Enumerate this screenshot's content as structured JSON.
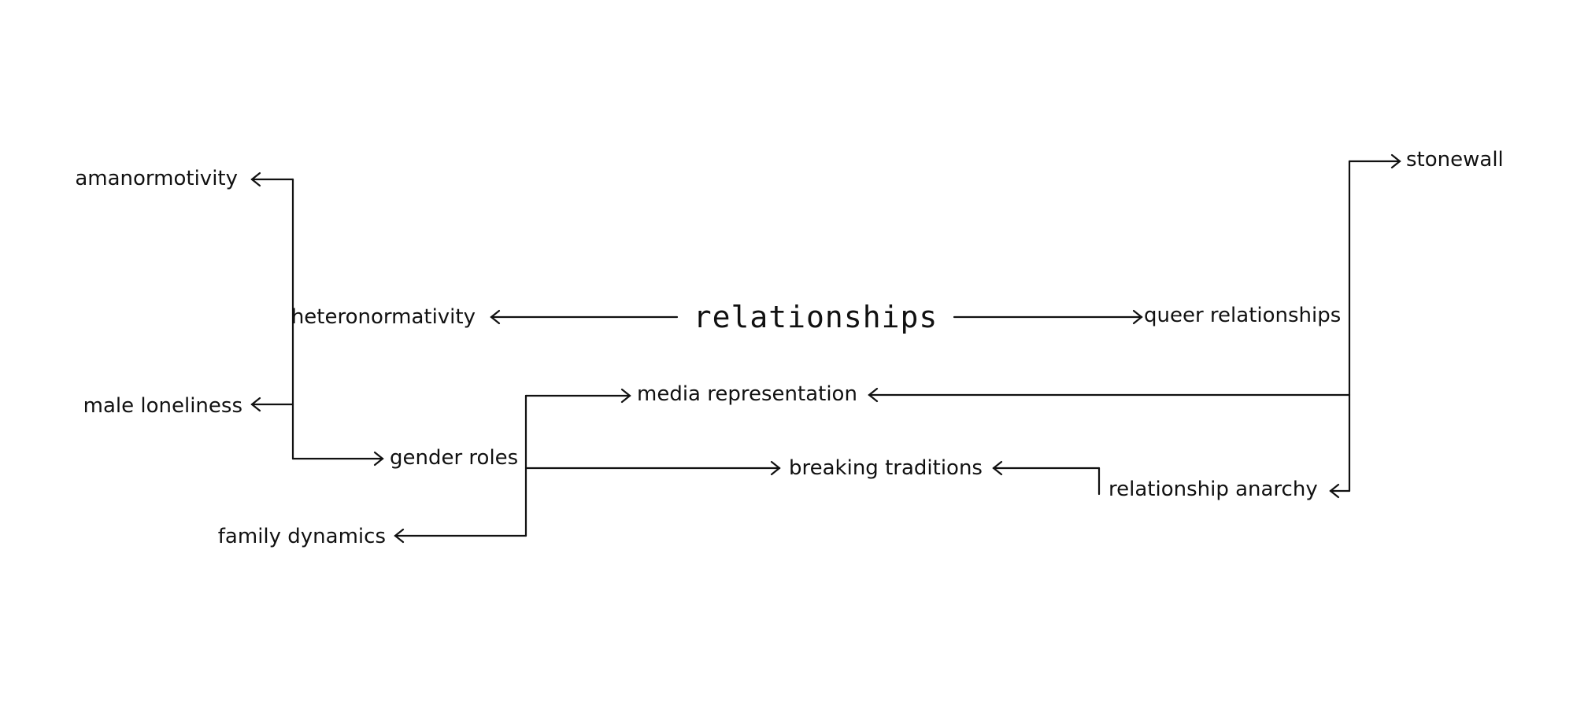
{
  "diagram": {
    "root": "relationships",
    "nodes": {
      "amanormotivity": "amanormotivity",
      "heteronormativity": "heteronormativity",
      "male_loneliness": "male loneliness",
      "gender_roles": "gender roles",
      "family_dynamics": "family dynamics",
      "media_representation": "media representation",
      "breaking_traditions": "breaking traditions",
      "relationship_anarchy": "relationship anarchy",
      "queer_relationships": "queer relationships",
      "stonewall": "stonewall"
    },
    "edges": [
      {
        "from": "relationships",
        "to": "heteronormativity"
      },
      {
        "from": "relationships",
        "to": "queer relationships"
      },
      {
        "from": "heteronormativity",
        "to": "amanormotivity"
      },
      {
        "from": "heteronormativity",
        "to": "male loneliness"
      },
      {
        "from": "heteronormativity",
        "to": "gender roles"
      },
      {
        "from": "gender roles",
        "to": "media representation"
      },
      {
        "from": "gender roles",
        "to": "breaking traditions"
      },
      {
        "from": "gender roles",
        "to": "family dynamics"
      },
      {
        "from": "queer relationships",
        "to": "stonewall"
      },
      {
        "from": "queer relationships",
        "to": "media representation"
      },
      {
        "from": "queer relationships",
        "to": "relationship anarchy"
      },
      {
        "from": "relationship anarchy",
        "to": "breaking traditions"
      }
    ],
    "colors": {
      "background": "#ffffff",
      "ink": "#111111"
    }
  }
}
